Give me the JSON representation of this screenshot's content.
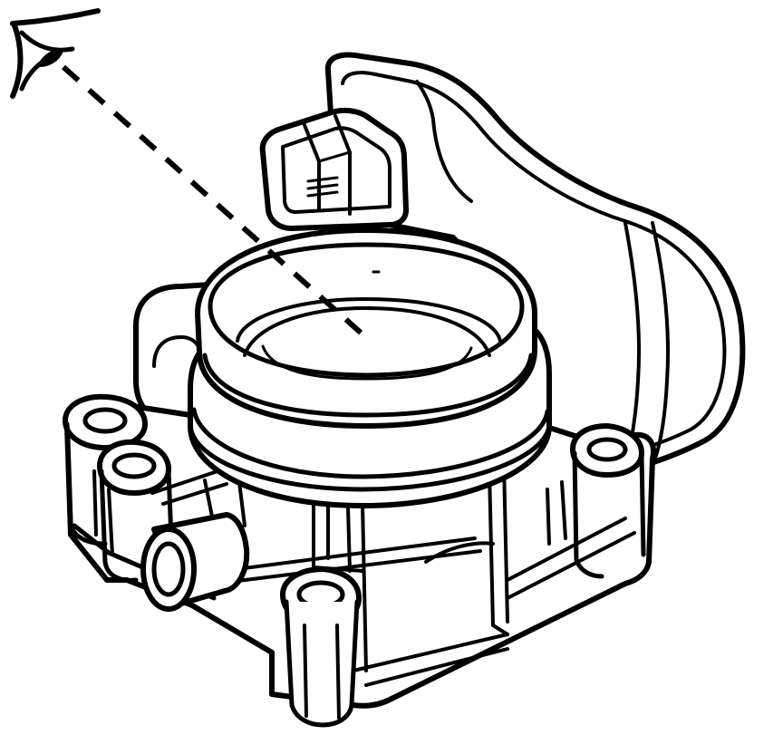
{
  "figure": {
    "subject": "throttle-body",
    "view": "isometric",
    "line_color": "#000000",
    "background_color": "#ffffff",
    "parts": [
      "viewing-eye-icon",
      "sight-line",
      "intake-bore",
      "throttle-housing",
      "actuator-cover",
      "electrical-connector",
      "mounting-boss",
      "coolant-port"
    ]
  }
}
